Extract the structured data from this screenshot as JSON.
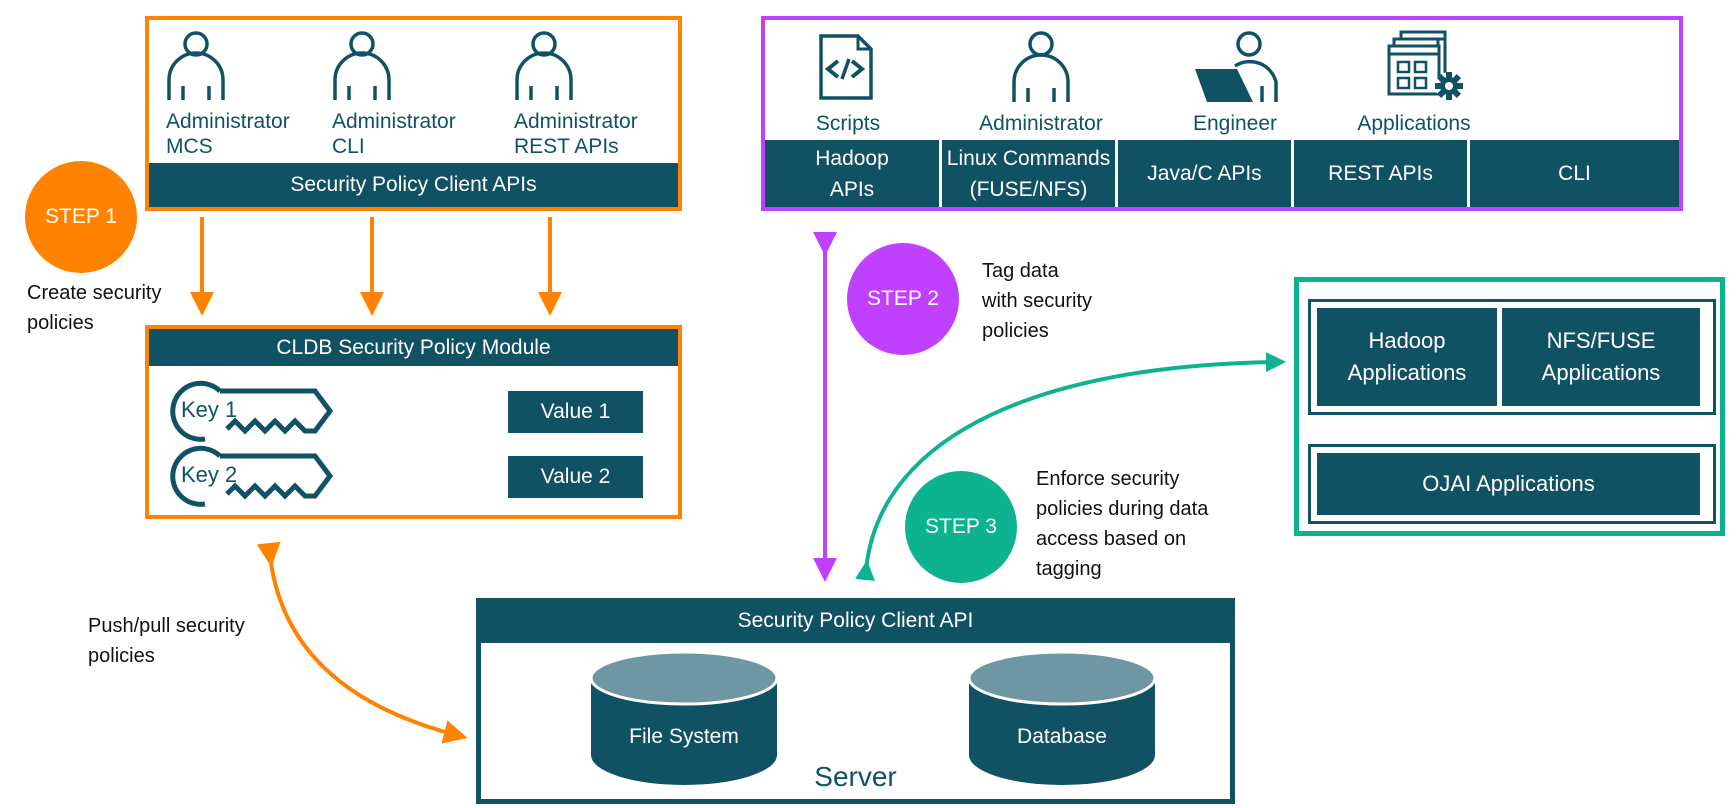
{
  "colors": {
    "step1": "#ff8300",
    "step2": "#c140ff",
    "step3": "#0db38f",
    "teal": "#105264",
    "cylinder_top": "#6f97a3"
  },
  "step1": {
    "badge": "STEP 1",
    "caption_line1": "Create security",
    "caption_line2": "policies",
    "clients": [
      {
        "icon": "person-icon",
        "line1": "Administrator",
        "line2": "MCS"
      },
      {
        "icon": "person-icon",
        "line1": "Administrator",
        "line2": "CLI"
      },
      {
        "icon": "person-icon",
        "line1": "Administrator",
        "line2": "REST APIs"
      }
    ],
    "client_bar": "Security Policy Client APIs"
  },
  "cldb": {
    "title": "CLDB Security Policy Module",
    "entries": [
      {
        "key": "Key 1",
        "value": "Value 1"
      },
      {
        "key": "Key 2",
        "value": "Value 2"
      }
    ],
    "push_pull_line1": "Push/pull security",
    "push_pull_line2": "policies"
  },
  "step2": {
    "badge": "STEP 2",
    "caption_line1": "Tag data",
    "caption_line2": "with security",
    "caption_line3": "policies",
    "actors": [
      {
        "icon": "script-file-icon",
        "label": "Scripts"
      },
      {
        "icon": "person-icon",
        "label": "Administrator"
      },
      {
        "icon": "engineer-laptop-icon",
        "label": "Engineer"
      },
      {
        "icon": "applications-gear-icon",
        "label": "Applications"
      }
    ],
    "interfaces": [
      {
        "line1": "Hadoop",
        "line2": "APIs"
      },
      {
        "line1": "Linux Commands",
        "line2": "(FUSE/NFS)"
      },
      {
        "line1": "Java/C APIs",
        "line2": ""
      },
      {
        "line1": "REST APIs",
        "line2": ""
      },
      {
        "line1": "CLI",
        "line2": ""
      }
    ]
  },
  "step3": {
    "badge": "STEP 3",
    "caption_line1": "Enforce security",
    "caption_line2": "policies during data",
    "caption_line3": "access based on",
    "caption_line4": "tagging",
    "apps": {
      "hadoop_line1": "Hadoop",
      "hadoop_line2": "Applications",
      "nfs_line1": "NFS/FUSE",
      "nfs_line2": "Applications",
      "ojai": "OJAI Applications"
    }
  },
  "server": {
    "api_bar": "Security Policy Client API",
    "stores": [
      "File System",
      "Database"
    ],
    "label": "Server"
  }
}
